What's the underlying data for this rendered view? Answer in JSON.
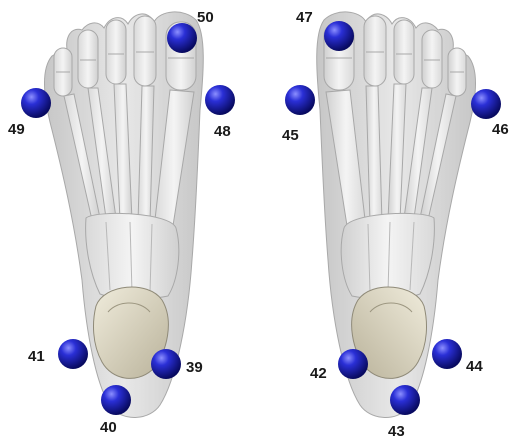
{
  "colors": {
    "marker_fill": "#1b1fc4",
    "marker_dark": "#0a0c6e",
    "foot_shell": "#cfcfcf",
    "bone": "#e8e8e8",
    "heel_bone": "#dcd6c0",
    "label": "#1a1a1a"
  },
  "feet": [
    {
      "side": "left-foot",
      "markers": [
        {
          "id": "50",
          "label": "50"
        },
        {
          "id": "49",
          "label": "49"
        },
        {
          "id": "48",
          "label": "48"
        },
        {
          "id": "41",
          "label": "41"
        },
        {
          "id": "39",
          "label": "39"
        },
        {
          "id": "40",
          "label": "40"
        }
      ]
    },
    {
      "side": "right-foot",
      "markers": [
        {
          "id": "47",
          "label": "47"
        },
        {
          "id": "45",
          "label": "45"
        },
        {
          "id": "46",
          "label": "46"
        },
        {
          "id": "42",
          "label": "42"
        },
        {
          "id": "44",
          "label": "44"
        },
        {
          "id": "43",
          "label": "43"
        }
      ]
    }
  ]
}
